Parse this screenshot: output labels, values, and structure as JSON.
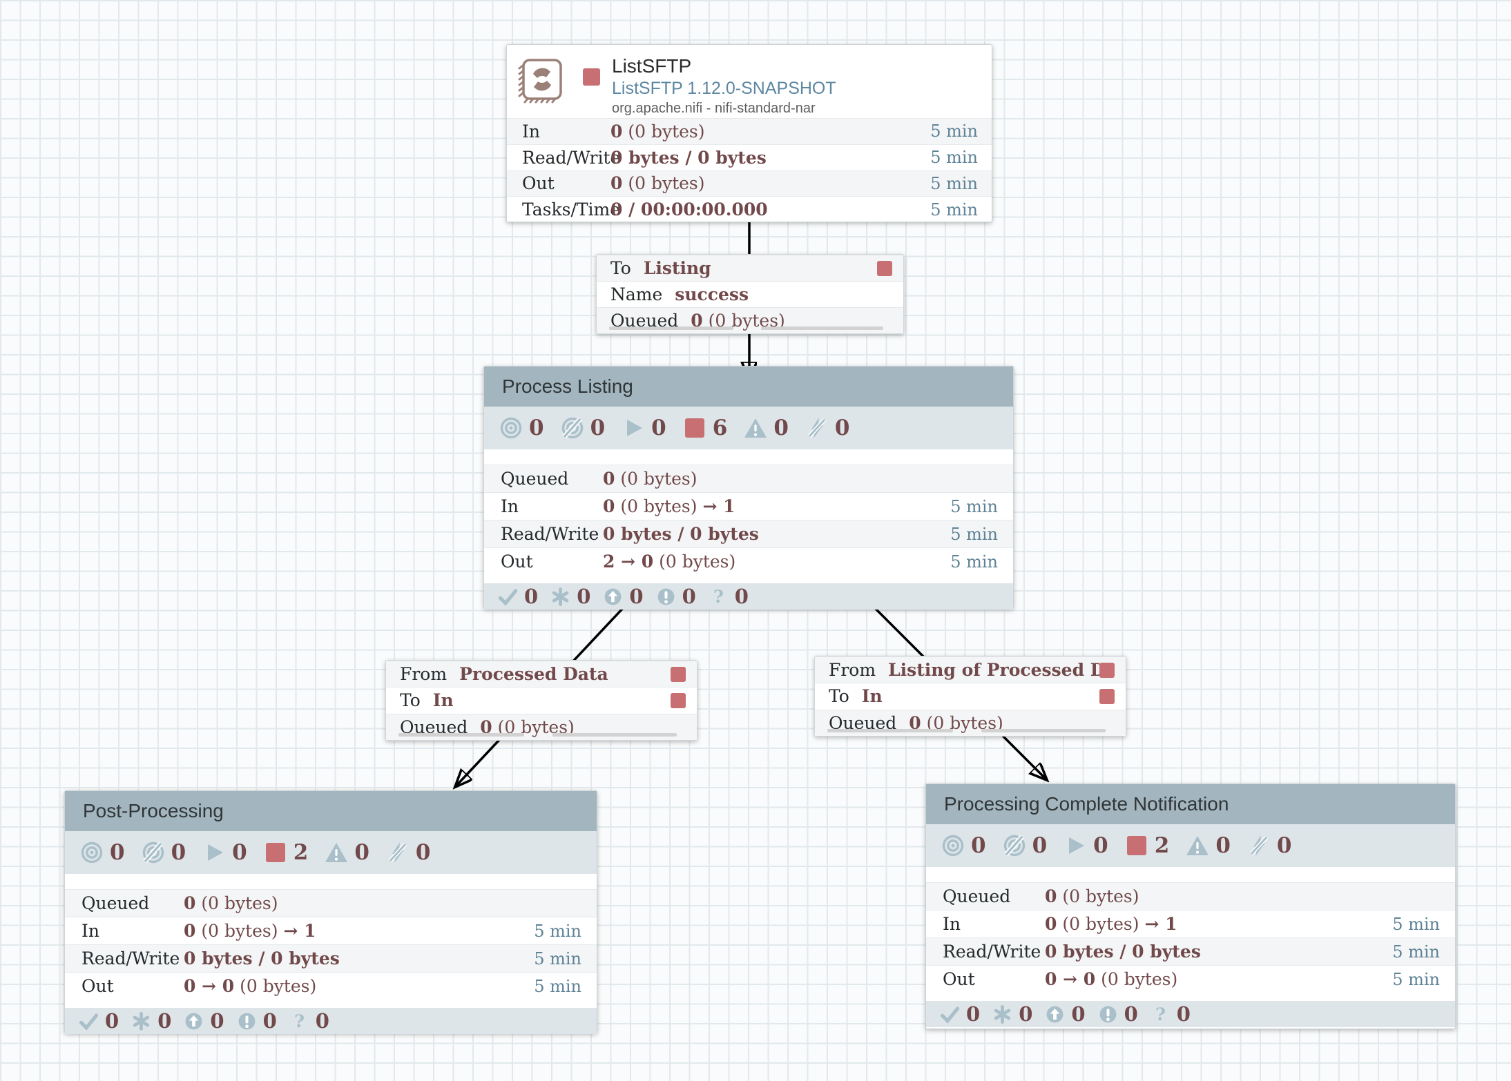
{
  "colors": {
    "status_stopped_red": "#c76f72",
    "stat_value_maroon": "#72494b",
    "time_window_steel": "#5e8296",
    "group_header_bluegray": "#a3b6bf",
    "icon_bluegray": "#a9bfc9",
    "processor_icon_mauve": "#9b8078"
  },
  "processor": {
    "title": "ListSFTP",
    "type": "ListSFTP 1.12.0-SNAPSHOT",
    "bundle": "org.apache.nifi - nifi-standard-nar",
    "stats": [
      {
        "label": "In",
        "parts": [
          {
            "t": "0",
            "b": true
          },
          {
            "t": " (0 bytes)",
            "b": false
          }
        ],
        "window": "5 min"
      },
      {
        "label": "Read/Write",
        "parts": [
          {
            "t": "0 bytes / 0 bytes",
            "b": true
          }
        ],
        "window": "5 min"
      },
      {
        "label": "Out",
        "parts": [
          {
            "t": "0",
            "b": true
          },
          {
            "t": " (0 bytes)",
            "b": false
          }
        ],
        "window": "5 min"
      },
      {
        "label": "Tasks/Time",
        "parts": [
          {
            "t": "0 / 00:00:00.000",
            "b": true
          }
        ],
        "window": "5 min"
      }
    ]
  },
  "connections": [
    {
      "rows": [
        {
          "label": "To",
          "parts": [
            {
              "t": "Listing",
              "b": true
            }
          ],
          "square": true
        },
        {
          "label": "Name",
          "parts": [
            {
              "t": "success",
              "b": true
            }
          ],
          "square": false
        },
        {
          "label": "Queued",
          "parts": [
            {
              "t": "0",
              "b": true
            },
            {
              "t": " (0 bytes)",
              "b": false
            }
          ],
          "square": false
        }
      ]
    },
    {
      "rows": [
        {
          "label": "From",
          "parts": [
            {
              "t": "Processed Data",
              "b": true
            }
          ],
          "square": true
        },
        {
          "label": "To",
          "parts": [
            {
              "t": "In",
              "b": true
            }
          ],
          "square": true
        },
        {
          "label": "Queued",
          "parts": [
            {
              "t": "0",
              "b": true
            },
            {
              "t": " (0 bytes)",
              "b": false
            }
          ],
          "square": false
        }
      ]
    },
    {
      "rows": [
        {
          "label": "From",
          "parts": [
            {
              "t": "Listing of Processed D...",
              "b": true
            }
          ],
          "square": true
        },
        {
          "label": "To",
          "parts": [
            {
              "t": "In",
              "b": true
            }
          ],
          "square": true
        },
        {
          "label": "Queued",
          "parts": [
            {
              "t": "0",
              "b": true
            },
            {
              "t": " (0 bytes)",
              "b": false
            }
          ],
          "square": false
        }
      ]
    }
  ],
  "groups": [
    {
      "title": "Process Listing",
      "status_counts": [
        {
          "icon": "transmitting",
          "count": "0"
        },
        {
          "icon": "not-transmitting",
          "count": "0"
        },
        {
          "icon": "running",
          "count": "0"
        },
        {
          "icon": "stopped",
          "count": "6"
        },
        {
          "icon": "invalid",
          "count": "0"
        },
        {
          "icon": "disabled",
          "count": "0"
        }
      ],
      "stats": [
        {
          "label": "Queued",
          "parts": [
            {
              "t": "0",
              "b": true
            },
            {
              "t": " (0 bytes)",
              "b": false
            }
          ],
          "window": ""
        },
        {
          "label": "In",
          "parts": [
            {
              "t": "0",
              "b": true
            },
            {
              "t": " (0 bytes) ",
              "b": false
            },
            {
              "t": "→ 1",
              "b": true
            }
          ],
          "window": "5 min"
        },
        {
          "label": "Read/Write",
          "parts": [
            {
              "t": "0 bytes / 0 bytes",
              "b": true
            }
          ],
          "window": "5 min"
        },
        {
          "label": "Out",
          "parts": [
            {
              "t": "2 → 0",
              "b": true
            },
            {
              "t": " (0 bytes)",
              "b": false
            }
          ],
          "window": "5 min"
        }
      ],
      "vc_counts": [
        {
          "icon": "up-to-date",
          "count": "0"
        },
        {
          "icon": "locally-modified",
          "count": "0"
        },
        {
          "icon": "stale",
          "count": "0"
        },
        {
          "icon": "locally-modified-stale",
          "count": "0"
        },
        {
          "icon": "sync-failure",
          "count": "0"
        }
      ]
    },
    {
      "title": "Post-Processing",
      "status_counts": [
        {
          "icon": "transmitting",
          "count": "0"
        },
        {
          "icon": "not-transmitting",
          "count": "0"
        },
        {
          "icon": "running",
          "count": "0"
        },
        {
          "icon": "stopped",
          "count": "2"
        },
        {
          "icon": "invalid",
          "count": "0"
        },
        {
          "icon": "disabled",
          "count": "0"
        }
      ],
      "stats": [
        {
          "label": "Queued",
          "parts": [
            {
              "t": "0",
              "b": true
            },
            {
              "t": " (0 bytes)",
              "b": false
            }
          ],
          "window": ""
        },
        {
          "label": "In",
          "parts": [
            {
              "t": "0",
              "b": true
            },
            {
              "t": " (0 bytes) ",
              "b": false
            },
            {
              "t": "→ 1",
              "b": true
            }
          ],
          "window": "5 min"
        },
        {
          "label": "Read/Write",
          "parts": [
            {
              "t": "0 bytes / 0 bytes",
              "b": true
            }
          ],
          "window": "5 min"
        },
        {
          "label": "Out",
          "parts": [
            {
              "t": "0 → 0",
              "b": true
            },
            {
              "t": " (0 bytes)",
              "b": false
            }
          ],
          "window": "5 min"
        }
      ],
      "vc_counts": [
        {
          "icon": "up-to-date",
          "count": "0"
        },
        {
          "icon": "locally-modified",
          "count": "0"
        },
        {
          "icon": "stale",
          "count": "0"
        },
        {
          "icon": "locally-modified-stale",
          "count": "0"
        },
        {
          "icon": "sync-failure",
          "count": "0"
        }
      ]
    },
    {
      "title": "Processing Complete Notification",
      "status_counts": [
        {
          "icon": "transmitting",
          "count": "0"
        },
        {
          "icon": "not-transmitting",
          "count": "0"
        },
        {
          "icon": "running",
          "count": "0"
        },
        {
          "icon": "stopped",
          "count": "2"
        },
        {
          "icon": "invalid",
          "count": "0"
        },
        {
          "icon": "disabled",
          "count": "0"
        }
      ],
      "stats": [
        {
          "label": "Queued",
          "parts": [
            {
              "t": "0",
              "b": true
            },
            {
              "t": " (0 bytes)",
              "b": false
            }
          ],
          "window": ""
        },
        {
          "label": "In",
          "parts": [
            {
              "t": "0",
              "b": true
            },
            {
              "t": " (0 bytes) ",
              "b": false
            },
            {
              "t": "→ 1",
              "b": true
            }
          ],
          "window": "5 min"
        },
        {
          "label": "Read/Write",
          "parts": [
            {
              "t": "0 bytes / 0 bytes",
              "b": true
            }
          ],
          "window": "5 min"
        },
        {
          "label": "Out",
          "parts": [
            {
              "t": "0 → 0",
              "b": true
            },
            {
              "t": " (0 bytes)",
              "b": false
            }
          ],
          "window": "5 min"
        }
      ],
      "vc_counts": [
        {
          "icon": "up-to-date",
          "count": "0"
        },
        {
          "icon": "locally-modified",
          "count": "0"
        },
        {
          "icon": "stale",
          "count": "0"
        },
        {
          "icon": "locally-modified-stale",
          "count": "0"
        },
        {
          "icon": "sync-failure",
          "count": "0"
        }
      ]
    }
  ]
}
